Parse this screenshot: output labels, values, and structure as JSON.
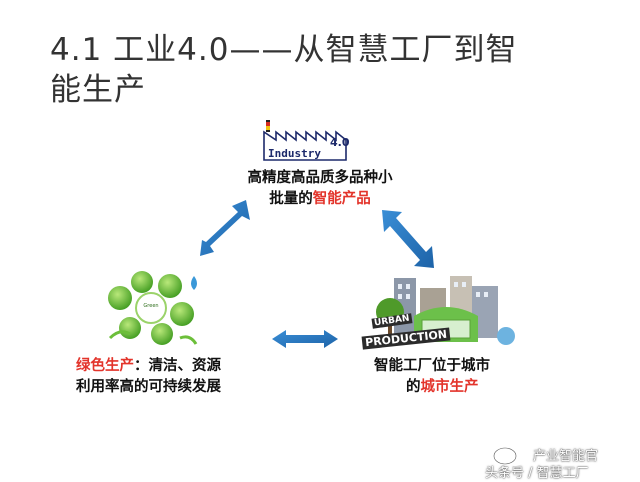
{
  "slide": {
    "title_line1": "4.1 工业4.0——从智慧工厂到智",
    "title_line2": "能生产"
  },
  "industry": {
    "logo_text": "Industry",
    "logo_version": "4.0",
    "line1": "高精度高品质多品种小",
    "line2_plain": "批量的",
    "line2_highlight": "智能产品"
  },
  "green": {
    "center_label": "Green",
    "highlight": "绿色生产",
    "line1_rest": "：清洁、资源",
    "line2": "利用率高的可持续发展"
  },
  "urban": {
    "logo_top": "URBAN",
    "logo_bottom": "PRODUCTION",
    "line1": "智能工厂位于城市",
    "line2_plain": "的",
    "line2_highlight": "城市生产"
  },
  "watermark": {
    "line1": "产业智能官",
    "line2": "头条号 / 智慧工厂"
  },
  "colors": {
    "highlight": "#e3342b",
    "arrow": "#2f7fc9",
    "green": "#6cbf3a"
  }
}
